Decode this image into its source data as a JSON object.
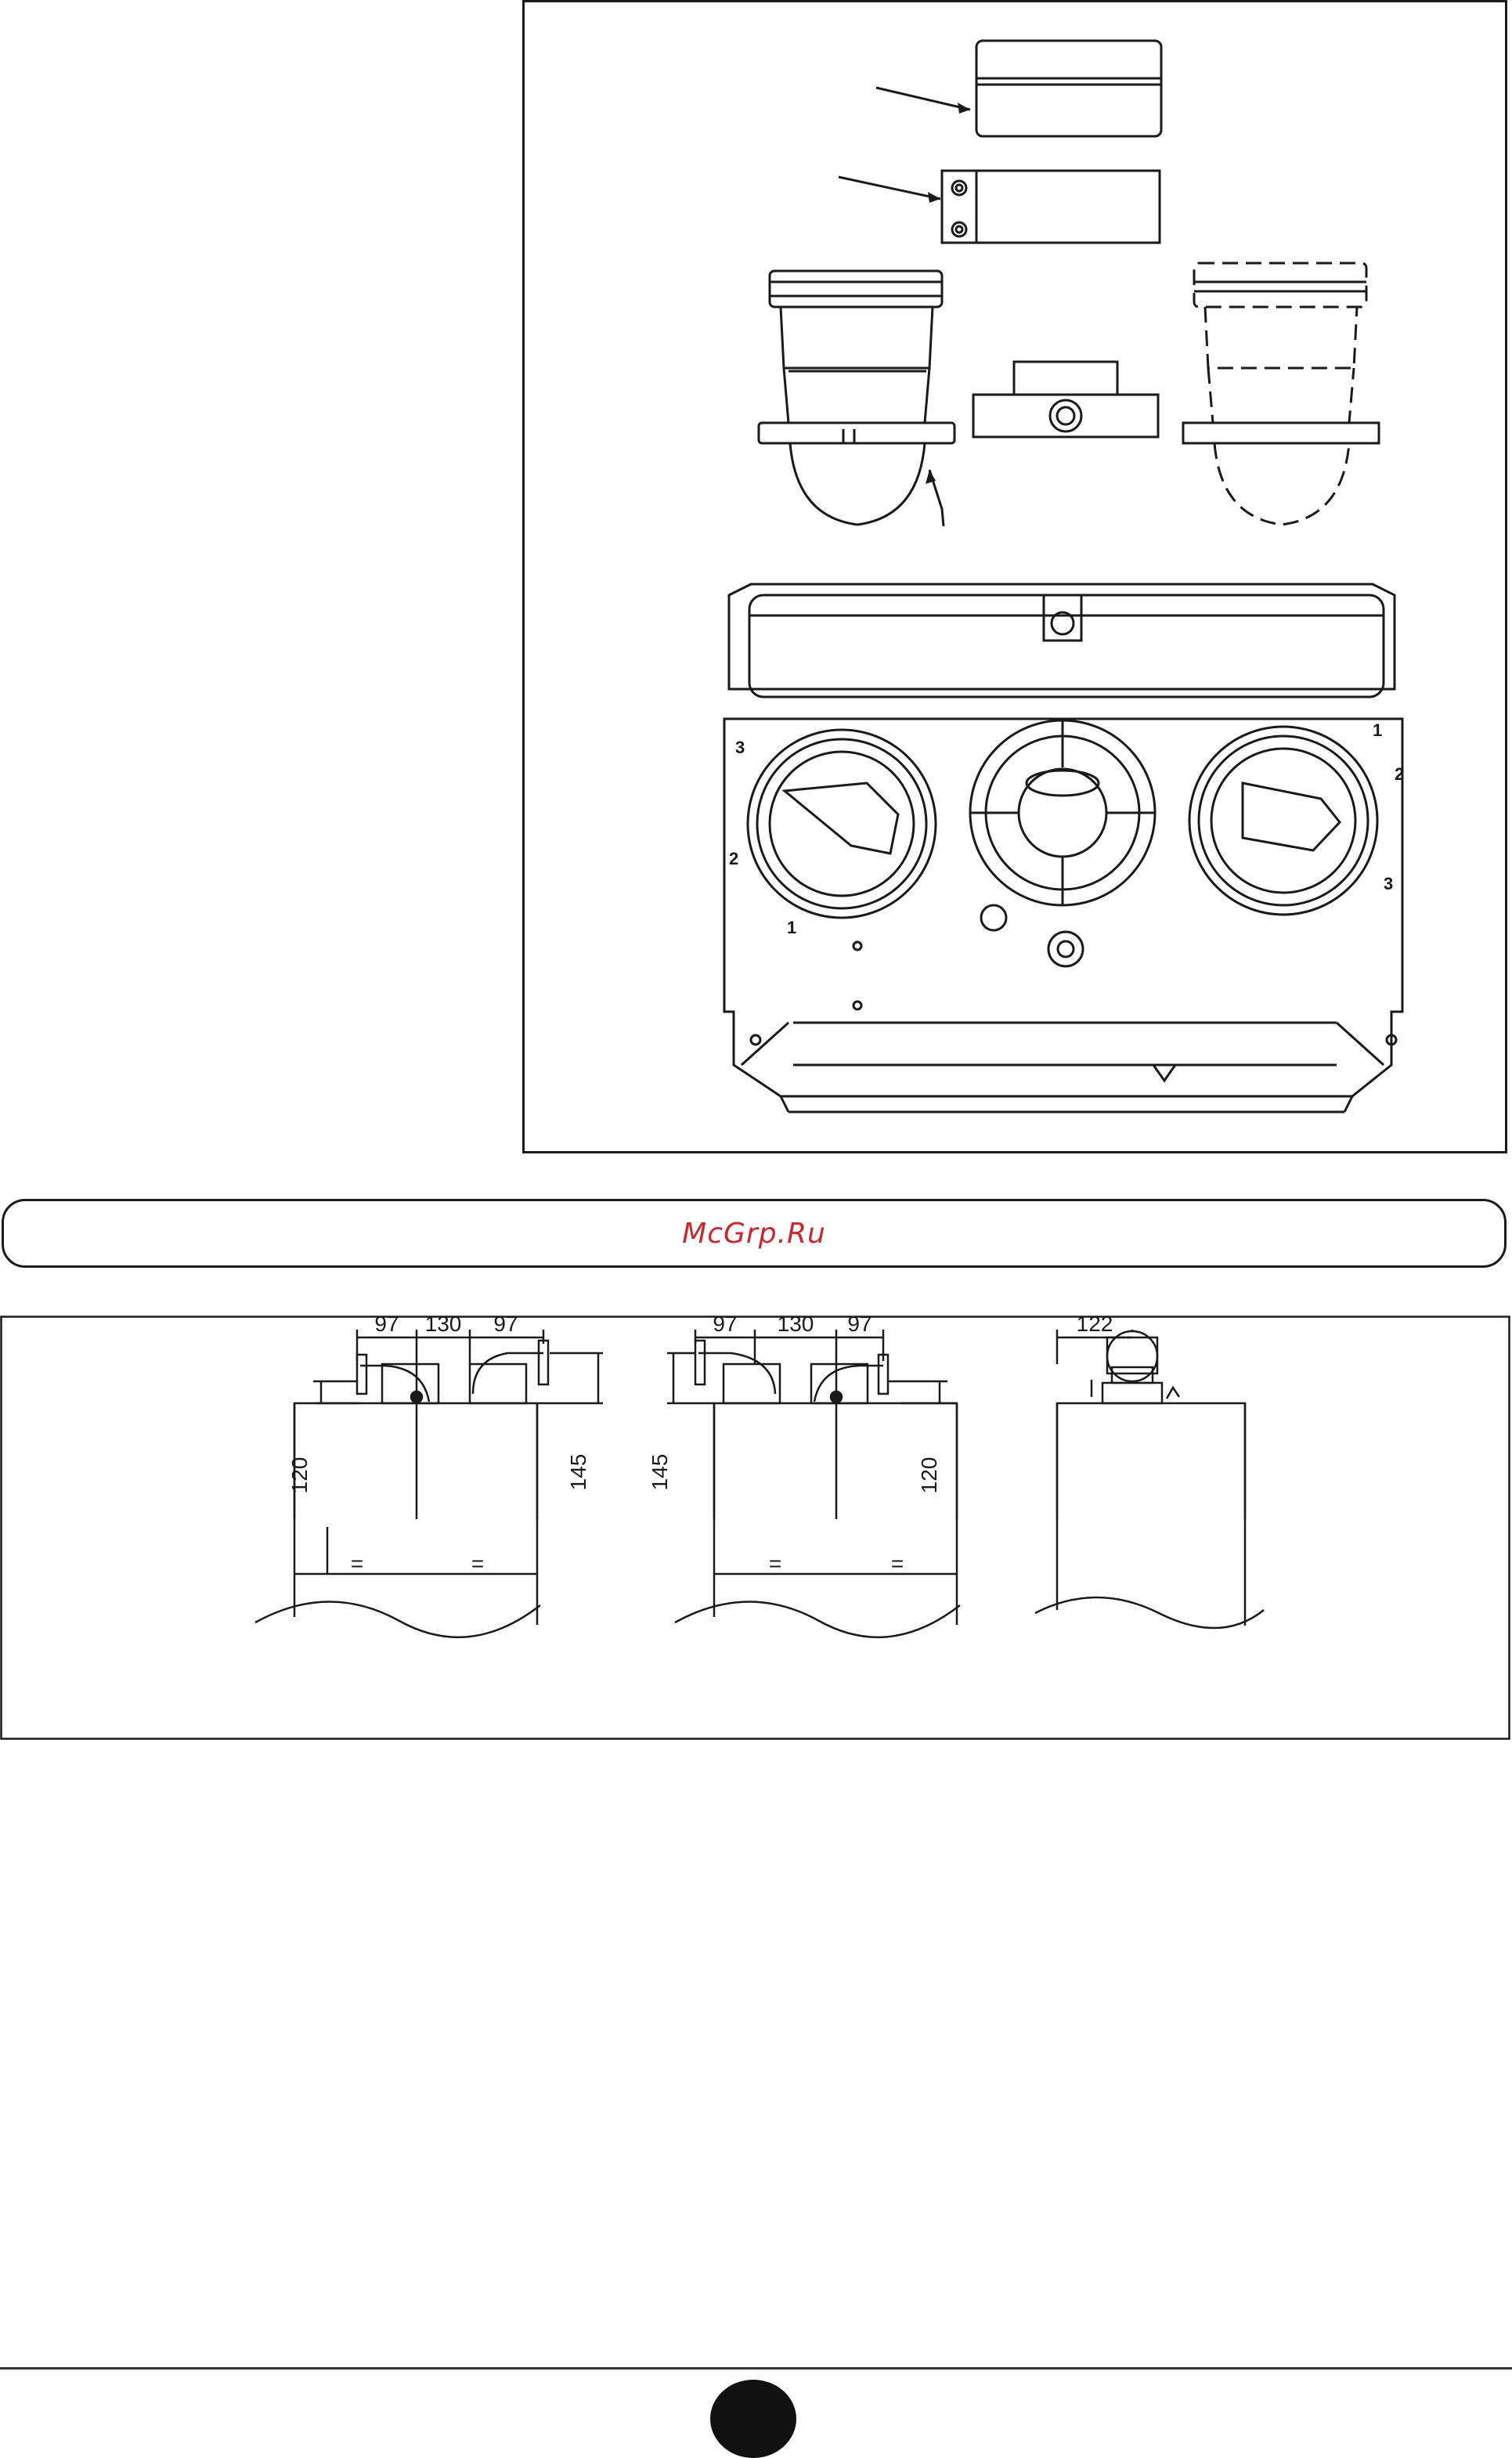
{
  "banner": {
    "text": "McGrp.Ru"
  },
  "top_figure": {
    "outlet_labels_left": [
      "3",
      "2",
      "1"
    ],
    "outlet_labels_right": [
      "1",
      "2",
      "3"
    ]
  },
  "bottom_figure": {
    "view_a": {
      "dims_top": [
        "97",
        "130",
        "97"
      ],
      "dim_left": "120",
      "dim_right": "145",
      "equal_marks": [
        "=",
        "="
      ]
    },
    "view_b": {
      "dims_top": [
        "97",
        "130",
        "97"
      ],
      "dim_left": "145",
      "dim_right": "120",
      "equal_marks": [
        "=",
        "="
      ]
    },
    "view_c": {
      "dim_top": "122"
    }
  },
  "colors": {
    "banner_text": "#c8282d",
    "line": "#1a1a1a"
  }
}
